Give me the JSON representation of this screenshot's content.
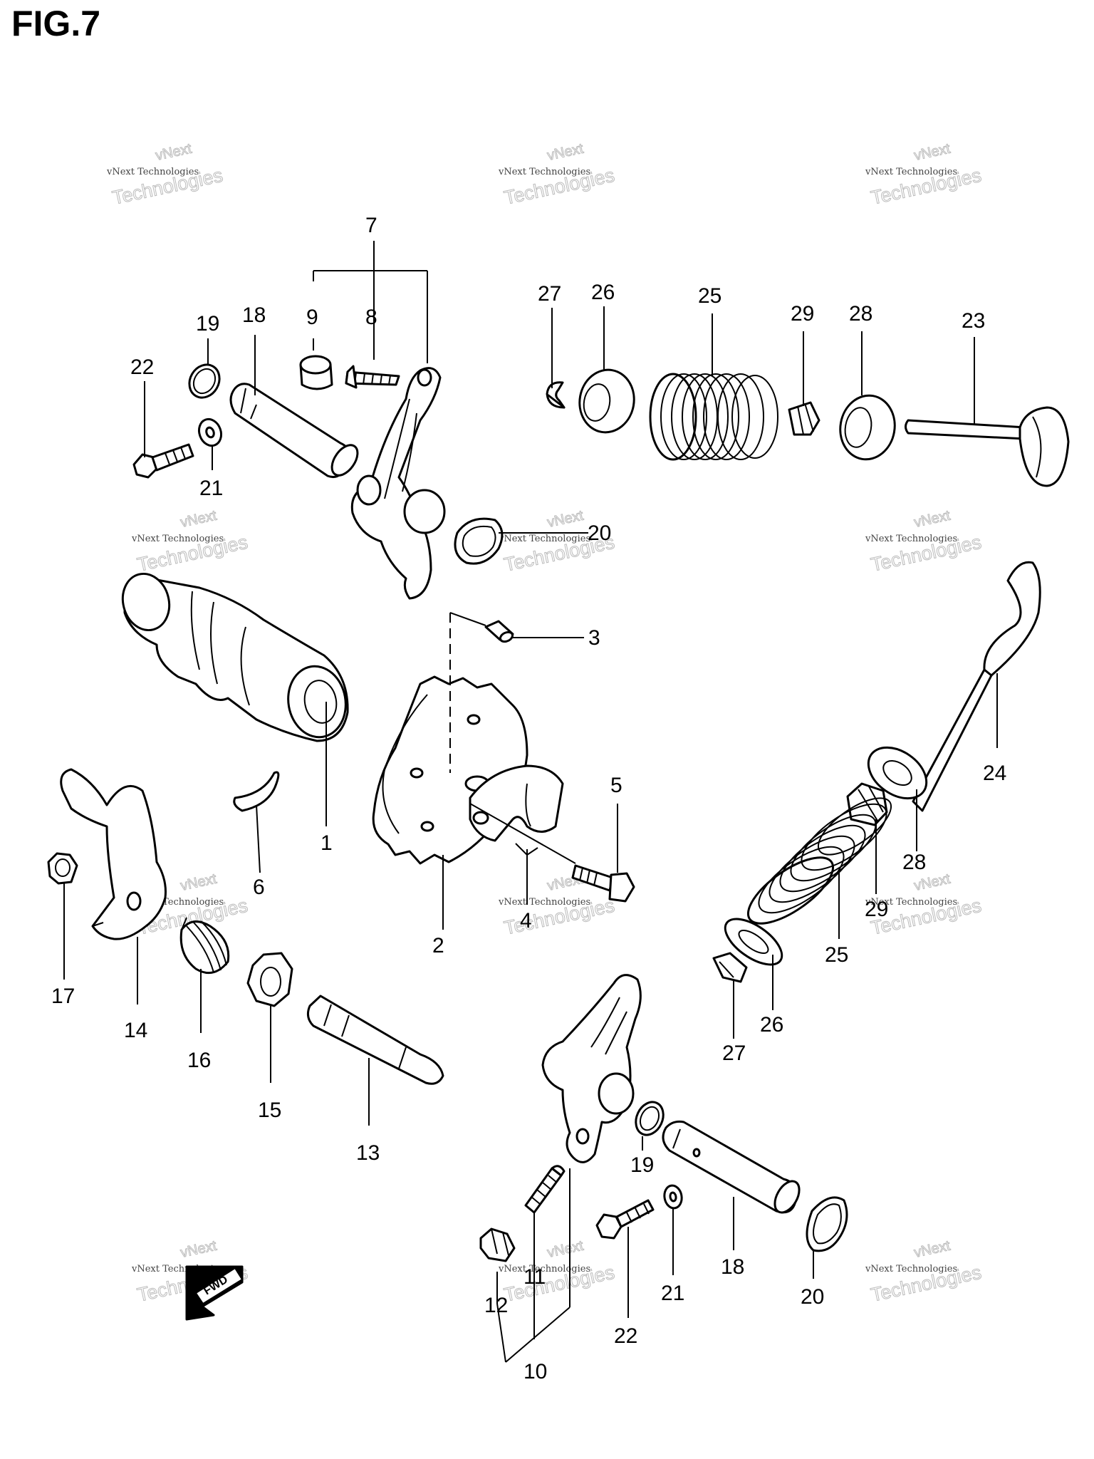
{
  "figure": {
    "title": "FIG.7"
  },
  "watermark": {
    "line1": "vNext Technologies",
    "line2": "vNext",
    "line3": "Technologies"
  },
  "callouts": [
    {
      "id": "c1",
      "text": "1"
    },
    {
      "id": "c2",
      "text": "2"
    },
    {
      "id": "c3",
      "text": "3"
    },
    {
      "id": "c4",
      "text": "4"
    },
    {
      "id": "c5",
      "text": "5"
    },
    {
      "id": "c6",
      "text": "6"
    },
    {
      "id": "c7",
      "text": "7"
    },
    {
      "id": "c8",
      "text": "8"
    },
    {
      "id": "c9",
      "text": "9"
    },
    {
      "id": "c10",
      "text": "10"
    },
    {
      "id": "c11",
      "text": "11"
    },
    {
      "id": "c12",
      "text": "12"
    },
    {
      "id": "c13",
      "text": "13"
    },
    {
      "id": "c14",
      "text": "14"
    },
    {
      "id": "c15",
      "text": "15"
    },
    {
      "id": "c16",
      "text": "16"
    },
    {
      "id": "c17",
      "text": "17"
    },
    {
      "id": "c18a",
      "text": "18"
    },
    {
      "id": "c18b",
      "text": "18"
    },
    {
      "id": "c19a",
      "text": "19"
    },
    {
      "id": "c19b",
      "text": "19"
    },
    {
      "id": "c20a",
      "text": "20"
    },
    {
      "id": "c20b",
      "text": "20"
    },
    {
      "id": "c21a",
      "text": "21"
    },
    {
      "id": "c21b",
      "text": "21"
    },
    {
      "id": "c22a",
      "text": "22"
    },
    {
      "id": "c22b",
      "text": "22"
    },
    {
      "id": "c23",
      "text": "23"
    },
    {
      "id": "c24",
      "text": "24"
    },
    {
      "id": "c25a",
      "text": "25"
    },
    {
      "id": "c25b",
      "text": "25"
    },
    {
      "id": "c26a",
      "text": "26"
    },
    {
      "id": "c26b",
      "text": "26"
    },
    {
      "id": "c27a",
      "text": "27"
    },
    {
      "id": "c27b",
      "text": "27"
    },
    {
      "id": "c28a",
      "text": "28"
    },
    {
      "id": "c28b",
      "text": "28"
    },
    {
      "id": "c29a",
      "text": "29"
    },
    {
      "id": "c29b",
      "text": "29"
    }
  ],
  "fwd_arrow": {
    "label": "FWD"
  }
}
